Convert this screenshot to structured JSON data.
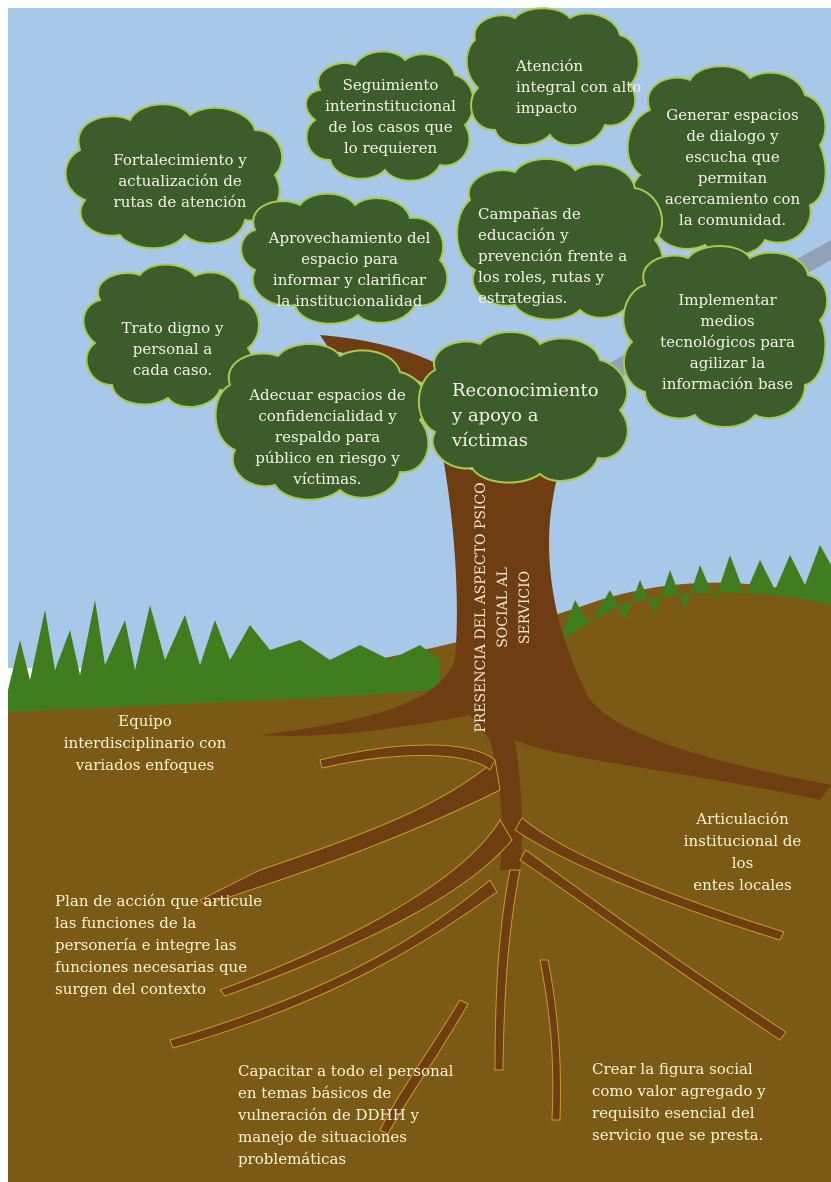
{
  "colors": {
    "sky": "#a8c8ea",
    "grass": "#3f7d1e",
    "soil": "#7b5a16",
    "trunk": "#6e3d12",
    "leaf": "#3c5c2c",
    "leaf_outline": "#a8c94a"
  },
  "trunk": {
    "label": "PRESENCIA  DEL ASPECTO  PSICO\nSOCIAL AL\nSERVICIO"
  },
  "leaves": [
    {
      "text": "Fortalecimiento y\nactualización de\nrutas de atención"
    },
    {
      "text": "Seguimiento\ninterinstitucional\nde los casos que\nlo requieren"
    },
    {
      "text": "Atención\nintegral con alto\nimpacto"
    },
    {
      "text": "Generar espacios\nde dialogo y\nescucha que\npermitan\nacercamiento con\nla comunidad."
    },
    {
      "text": "Aprovechamiento del\nespacio para\ninformar y clarificar\nla institucionalidad"
    },
    {
      "text": "Campañas de\neducación y\nprevención frente a\nlos roles, rutas y\nestrategias."
    },
    {
      "text": "Trato digno y\npersonal a\ncada caso."
    },
    {
      "text": "Implementar\nmedios\ntecnológicos para\nagilizar la\ninformación  base"
    },
    {
      "text": "Adecuar espacios de\nconfidencialidad y\nrespaldo para\npúblico en riesgo y\nvíctimas."
    },
    {
      "text": "Reconocimiento\ny apoyo a\nvíctimas"
    }
  ],
  "roots": [
    {
      "text": "Equipo\ninterdisciplinario  con\nvariados  enfoques"
    },
    {
      "text": "Articulación\ninstitucional  de los\nentes locales"
    },
    {
      "text": "Plan de acción que articule\nlas funciones de la\npersonería   e integre las\nfunciones  necesarias que\nsurgen del contexto"
    },
    {
      "text": "Capacitar a todo el personal\nen temas básicos de\nvulneración  de DDHH y\nmanejo de situaciones\nproblemáticas"
    },
    {
      "text": "Crear la figura social\ncomo valor agregado y\nrequisito esencial  del\nservicio que se presta."
    }
  ]
}
